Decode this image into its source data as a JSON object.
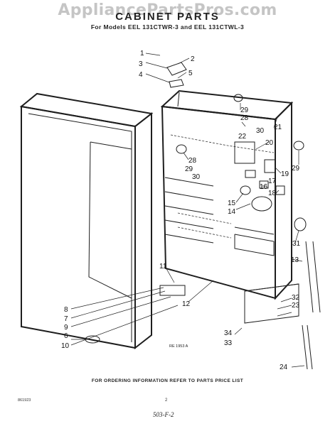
{
  "watermark": "AppliancePartsPros.com",
  "title": "CABINET PARTS",
  "subtitle": "For Models EEL 131CTWR-3 and EEL 131CTWL-3",
  "reference": "RE 1953 A",
  "footer": "FOR ORDERING INFORMATION REFER TO PARTS PRICE LIST",
  "part_number": "861923",
  "page_number": "2",
  "handwritten_note": "503-F-2",
  "callouts": [
    "1",
    "2",
    "3",
    "4",
    "5",
    "6",
    "7",
    "8",
    "9",
    "10",
    "11",
    "12",
    "13",
    "14",
    "15",
    "16",
    "17",
    "18",
    "19",
    "20",
    "21",
    "22",
    "23",
    "24",
    "28",
    "28",
    "29",
    "29",
    "29",
    "30",
    "30",
    "31",
    "32",
    "33",
    "34"
  ]
}
